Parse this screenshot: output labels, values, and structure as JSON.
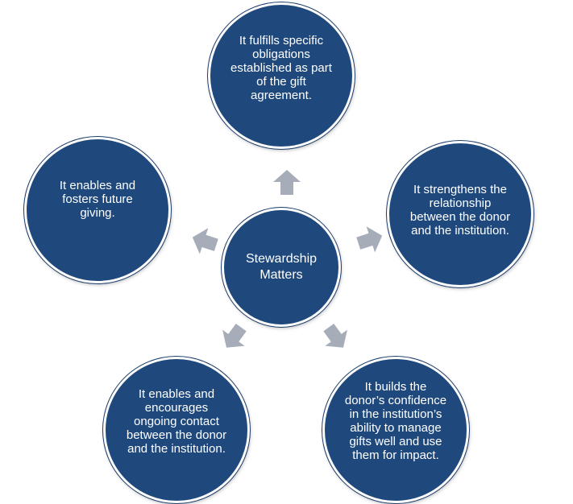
{
  "diagram": {
    "center": "Stewardship\nMatters",
    "nodes": {
      "top": "It fulfills specific obligations established as part of the gift agreement.",
      "right": "It strengthens the relationship between the donor and the institution.",
      "bottom_right": "It builds the donor’s confidence in the institution’s ability to manage gifts well and use them for impact.",
      "bottom_left": "It enables and encourages ongoing contact between the donor and the institution.",
      "left": "It enables and fosters future giving."
    }
  },
  "colors": {
    "circle_fill": "#1f497d",
    "arrow_fill": "#a6adb9",
    "text": "#ffffff",
    "background": "#ffffff"
  }
}
